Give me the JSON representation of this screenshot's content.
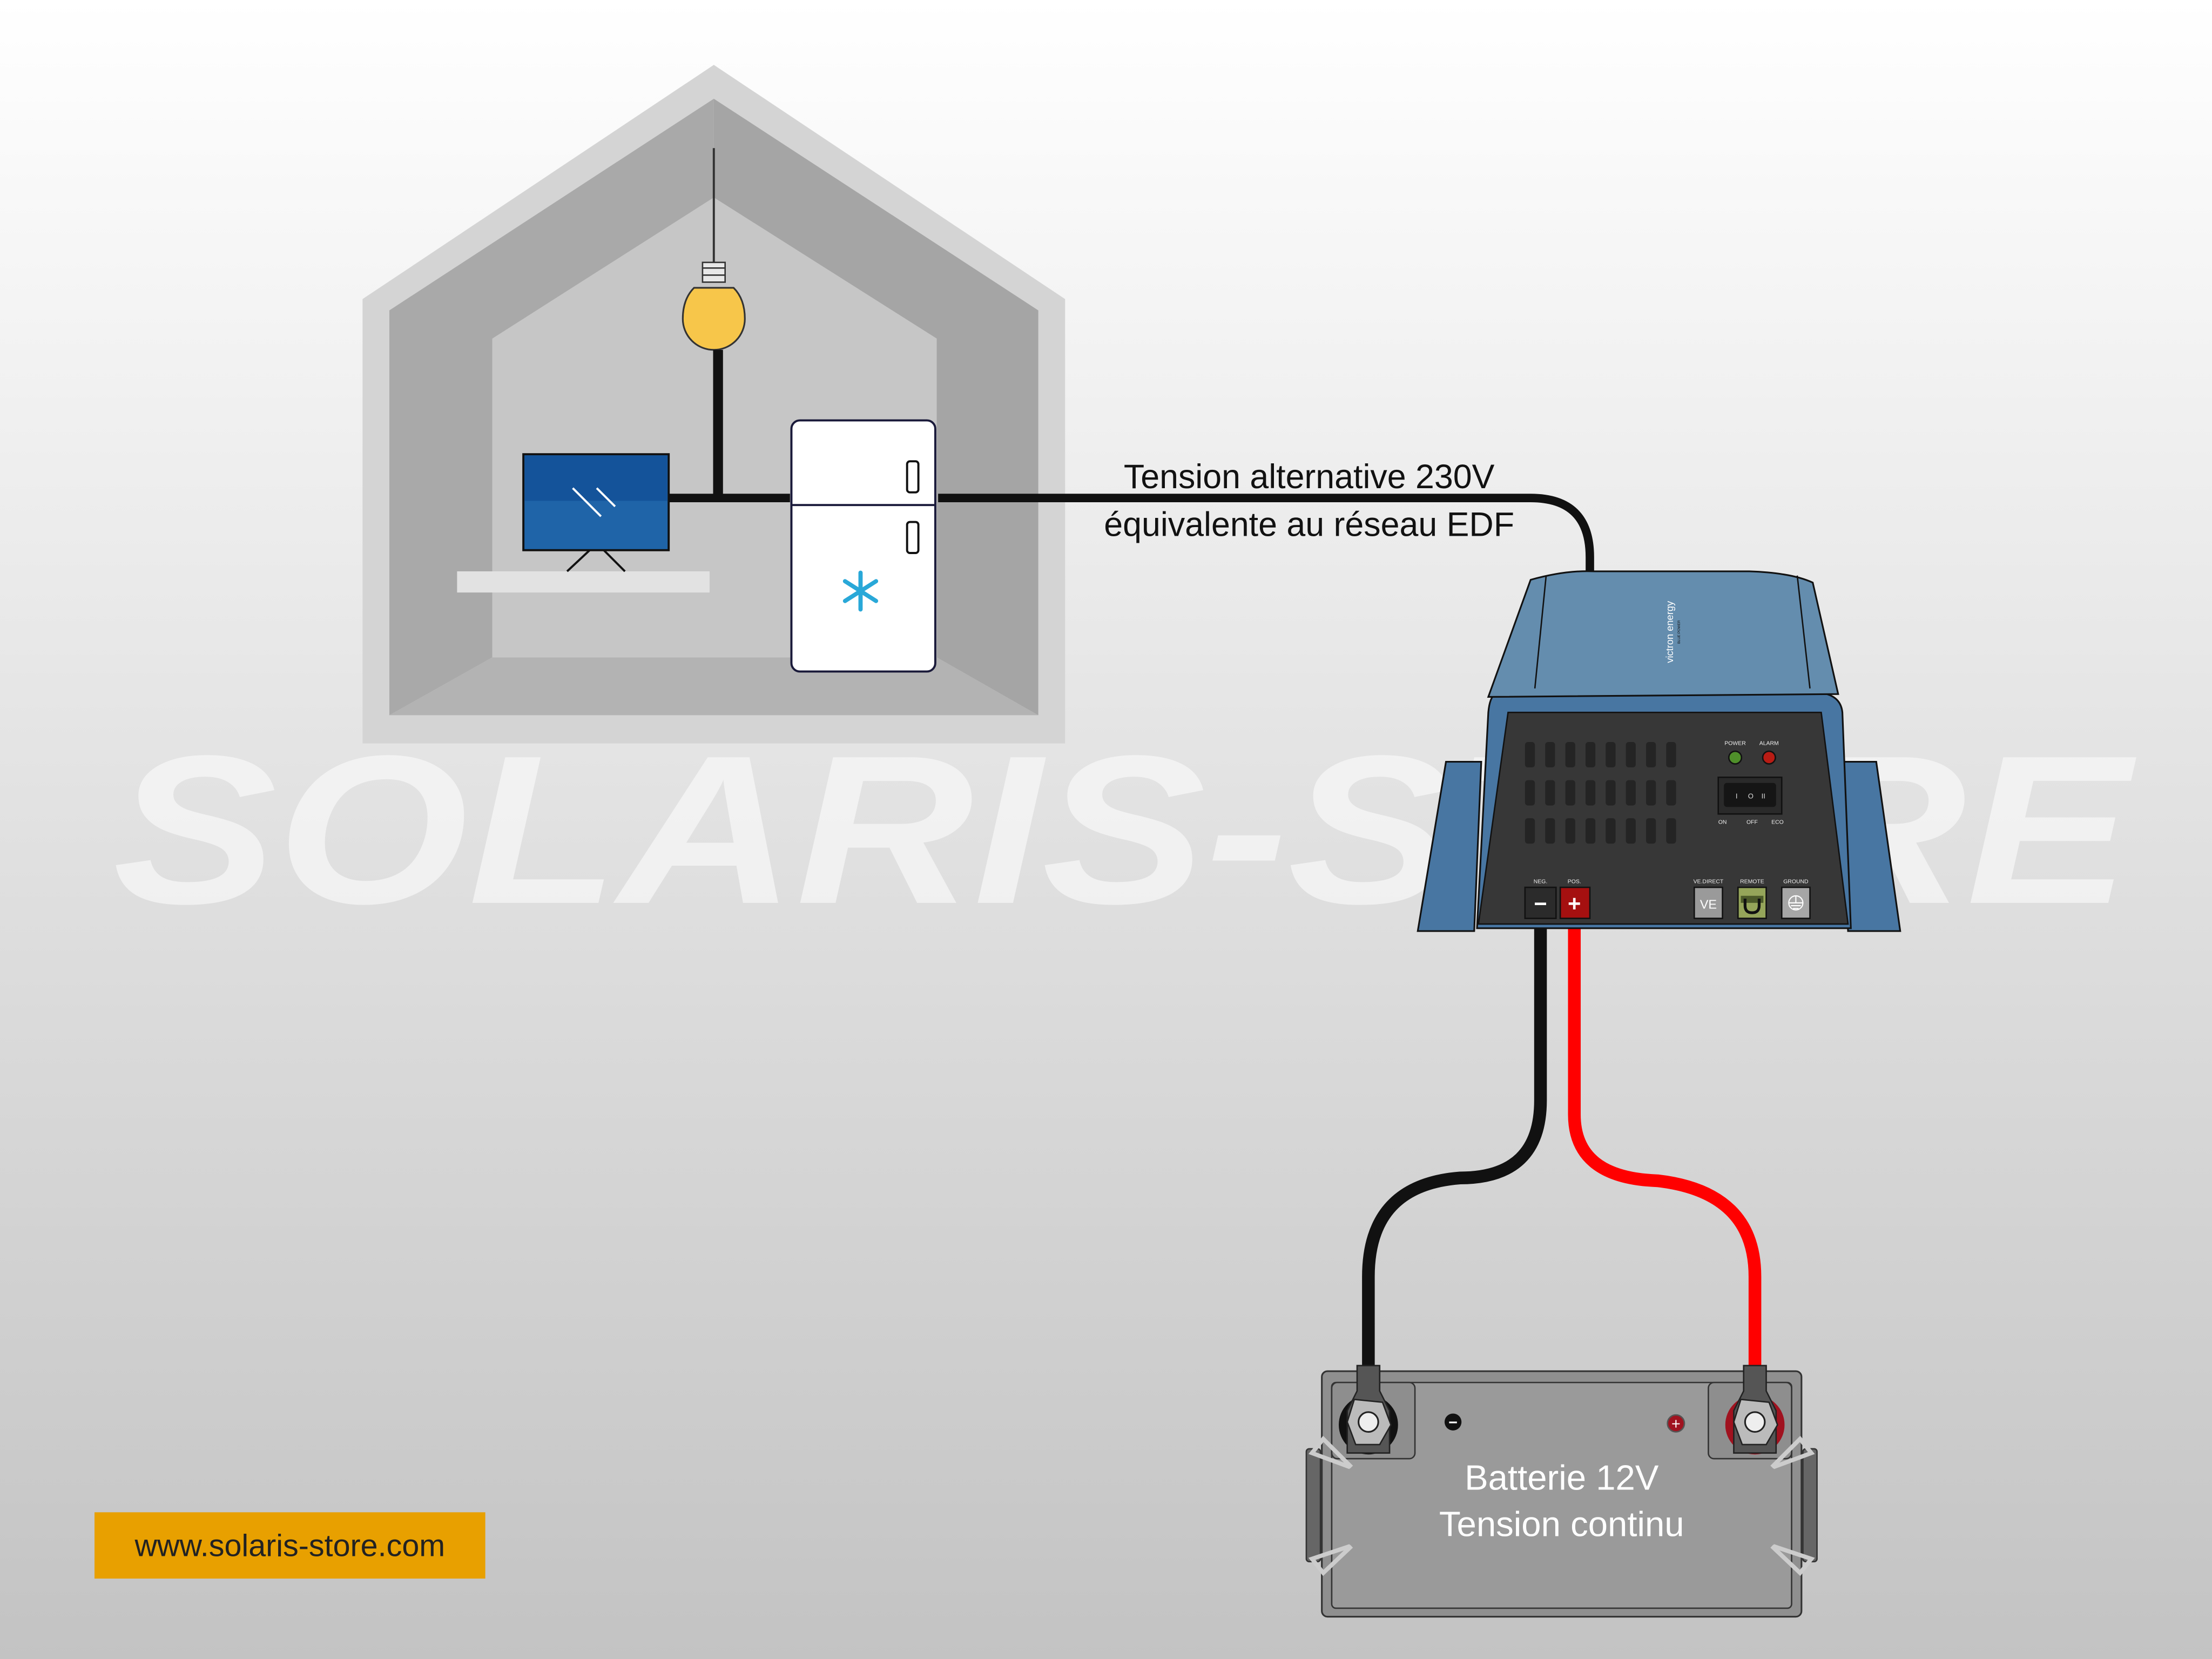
{
  "watermark": "SOLARIS-STORE",
  "ac_label": {
    "line1": "Tension alternative 230V",
    "line2": "équivalente au réseau EDF"
  },
  "inverter": {
    "brand": "victron energy",
    "brand_tagline": "BLUE POWER",
    "leds": [
      {
        "label": "POWER",
        "color": "#4f8f2a"
      },
      {
        "label": "ALARM",
        "color": "#b81c14"
      }
    ],
    "switch_symbols": [
      "I",
      "O",
      "II"
    ],
    "switch_positions": [
      "ON",
      "OFF",
      "ECO"
    ],
    "terminals": [
      {
        "label": "NEG.",
        "symbol": "−",
        "color": "#2b2b2b"
      },
      {
        "label": "POS.",
        "symbol": "+",
        "color": "#a51010"
      }
    ],
    "ports": [
      {
        "label": "VE.DIRECT",
        "symbol": "VE",
        "color": "#9a9a9a"
      },
      {
        "label": "REMOTE",
        "symbol": "",
        "color": "#95a55a"
      },
      {
        "label": "GROUND",
        "symbol": "",
        "color": "#a6a6a6"
      }
    ],
    "body_color": "#4876a2",
    "lid_color": "#648dae"
  },
  "battery": {
    "line1": "Batterie 12V",
    "line2": "Tension continu",
    "neg_symbol": "−",
    "pos_symbol": "+"
  },
  "cables": {
    "ac": "#111111",
    "negative": "#111111",
    "positive": "#ff0000"
  },
  "house": {
    "icons": [
      "lightbulb-icon",
      "tv-icon",
      "fridge-icon"
    ],
    "bulb_color": "#f7c64a",
    "tv_color": "#1f64a8",
    "snowflake_color": "#29a8d8"
  },
  "footer": {
    "website": "www.solaris-store.com",
    "badge_color": "#e8a000"
  }
}
